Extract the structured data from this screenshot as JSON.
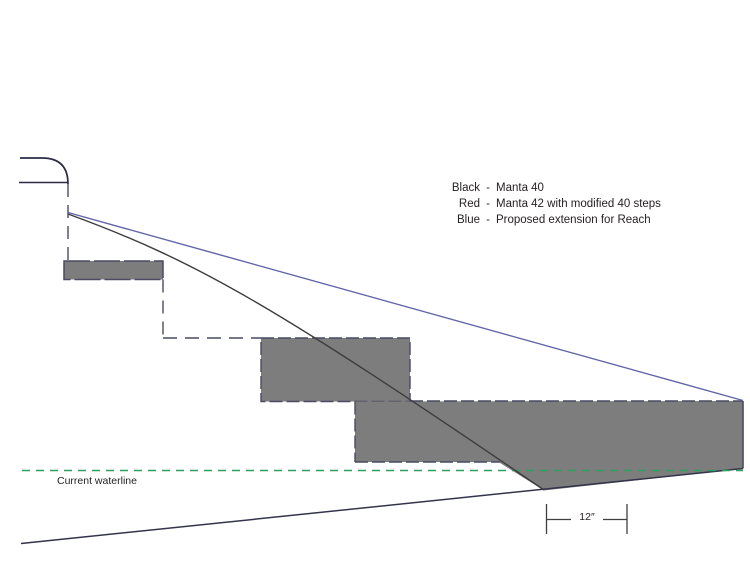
{
  "diagram": {
    "legend": {
      "items": [
        {
          "color_name": "Black",
          "separator": "-",
          "label": "Manta 40"
        },
        {
          "color_name": "Red",
          "separator": "-",
          "label": "Manta 42 with modified 40 steps"
        },
        {
          "color_name": "Blue",
          "separator": "-",
          "label": "Proposed extension for Reach"
        }
      ]
    },
    "labels": {
      "waterline": "Current waterline",
      "dimension": "12″"
    },
    "colors": {
      "step_fill": "#7d7d7d",
      "step_outline": "#4a4a63",
      "manta40_line": "#3d3d3d",
      "extension_line": "#6064a8",
      "hull_line": "#33334a",
      "transom_line": "#2b2b45",
      "waterline": "#2fa05a",
      "dimension_line": "#3f3f3f",
      "text": "#231f20"
    }
  }
}
